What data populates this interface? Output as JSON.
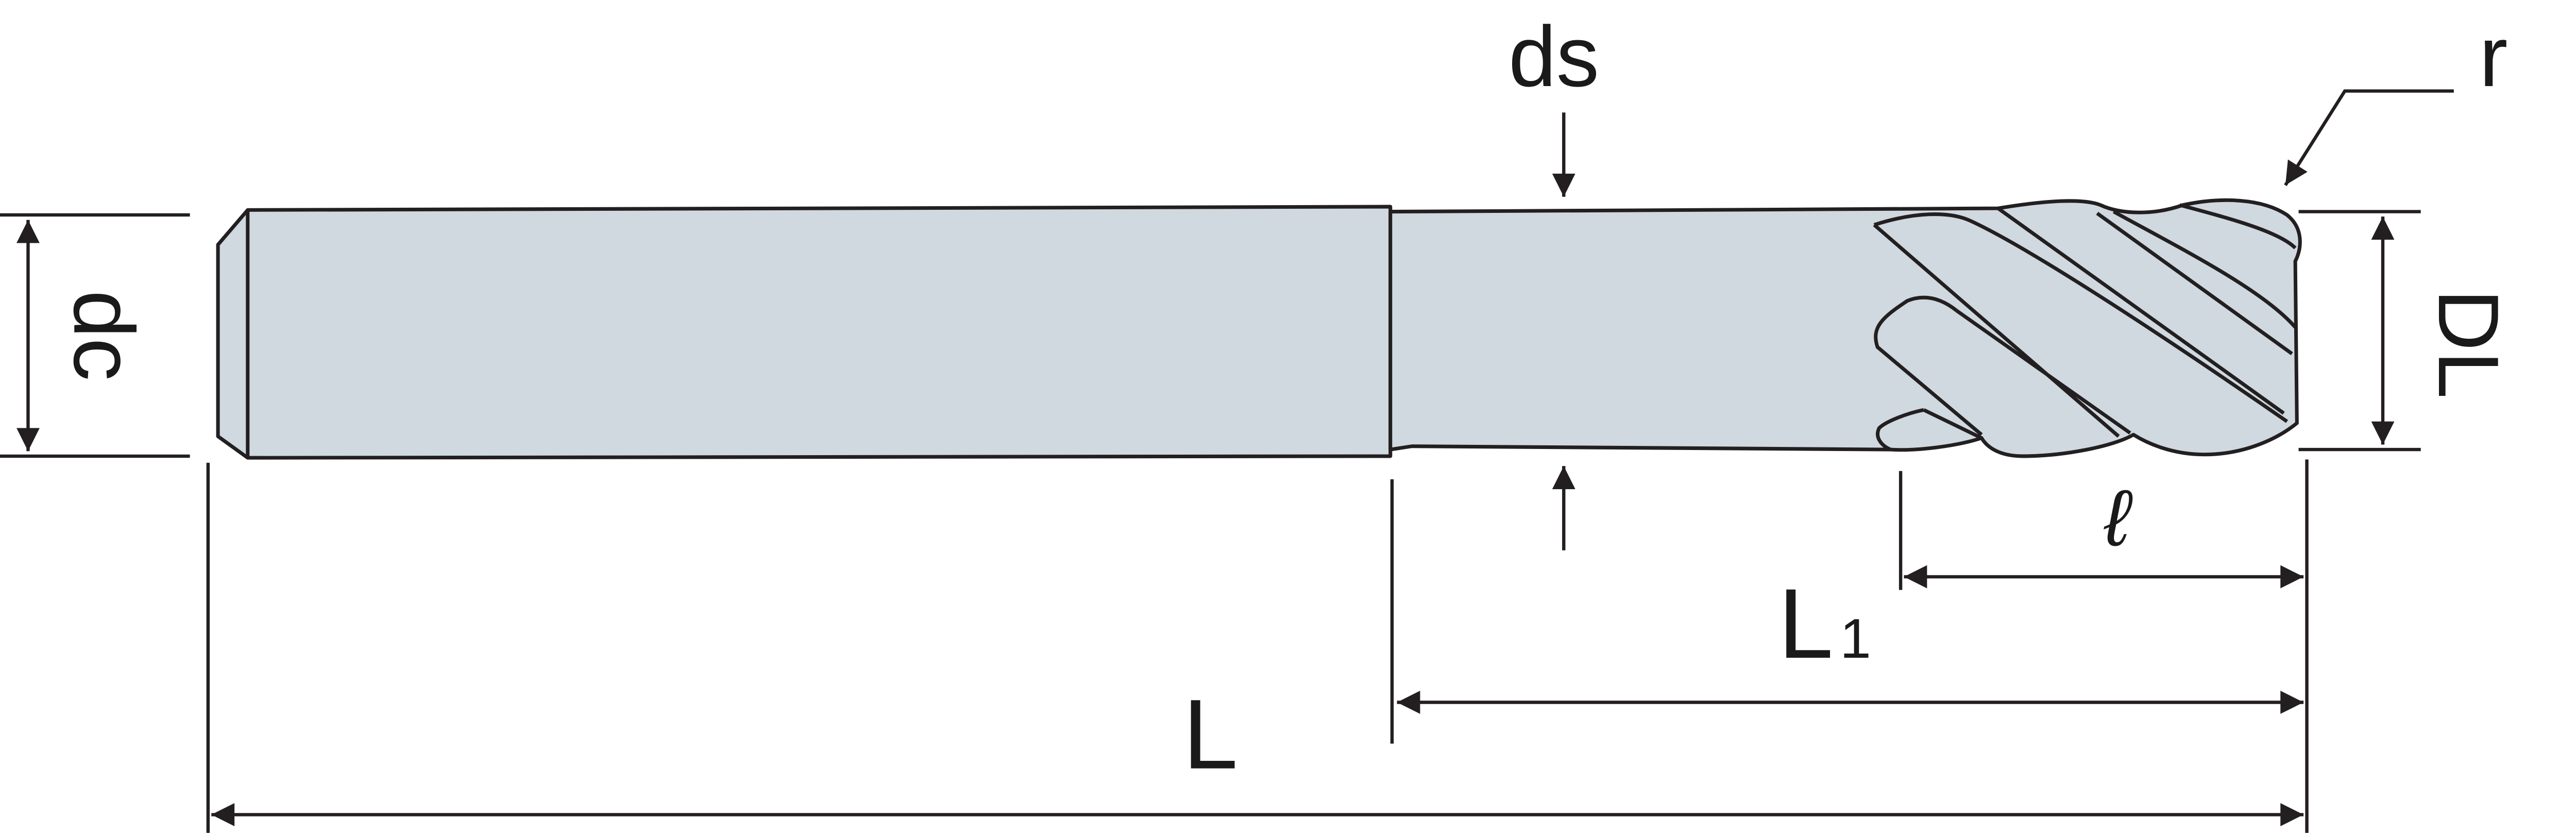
{
  "title": "Ball end mill dimension diagram",
  "colors": {
    "tool_fill": "#cfd9df",
    "line": "#231f20"
  },
  "labels": {
    "dc": "dc",
    "ds": "ds",
    "r": "r",
    "DL": "DL",
    "l": "ℓ",
    "L1_main": "L",
    "L1_sub": "1",
    "L": "L"
  }
}
